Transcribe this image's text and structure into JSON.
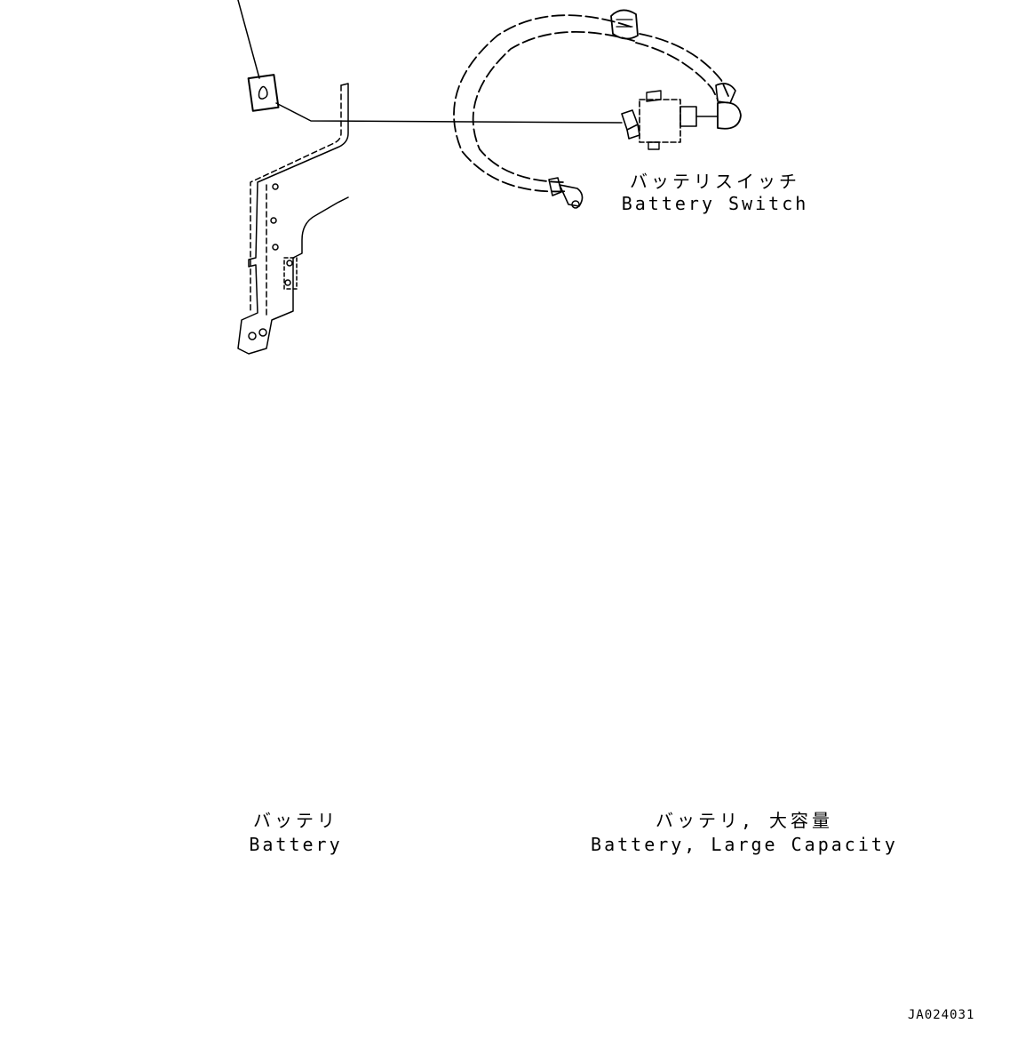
{
  "labels": {
    "battery_switch_jp": "バッテリスイッチ",
    "battery_switch_en": "Battery Switch",
    "battery_jp": "バッテリ",
    "battery_en": "Battery",
    "battery_large_jp": "バッテリ, 大容量",
    "battery_large_en": "Battery, Large Capacity",
    "drawing_code": "JA024031"
  },
  "colors": {
    "line": "#000000",
    "background": "#ffffff"
  }
}
